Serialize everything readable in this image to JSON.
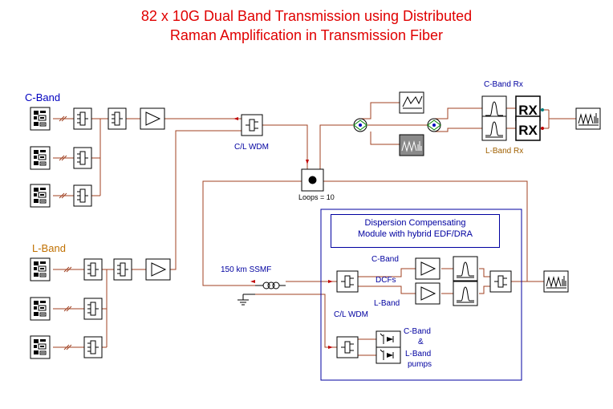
{
  "title": {
    "line1": "82 x 10G Dual Band Transmission using Distributed",
    "line2": "Raman Amplification in Transmission Fiber"
  },
  "labels": {
    "c_band": "C-Band",
    "l_band": "L-Band",
    "cl_wdm_top": "C/L WDM",
    "loops": "Loops = 10",
    "c_band_rx": "C-Band Rx",
    "l_band_rx": "L-Band Rx",
    "ssmf": "150 km SSMF",
    "dcm_line1": "Dispersion Compensating",
    "dcm_line2": "Module with hybrid EDF/DRA",
    "dcm_c_band": "C-Band",
    "dcfs": "DCFs",
    "dcm_l_band": "L-Band",
    "cl_wdm_bottom": "C/L WDM",
    "pumps_c_band": "C-Band",
    "pumps_amp": "&",
    "pumps_l_band": "L-Band",
    "pumps": "pumps",
    "rx_top": "RX",
    "rx_bottom": "RX"
  },
  "colors": {
    "title": "#e00000",
    "label_blue": "#0000c0",
    "label_orange": "#c07000",
    "wire": "#a04020",
    "component_fill": "#ffffff",
    "component_border": "#000000",
    "dcm_border": "#0000a0"
  },
  "icons": {
    "transmitter": "transmitter-icon",
    "modulator": "modulator-icon",
    "multiplexer": "multiplexer-icon",
    "amplifier": "amplifier-icon",
    "wdm_coupler": "wdm-icon",
    "loop_control": "loop-control-icon",
    "splitter": "splitter-icon",
    "oscilloscope": "oscilloscope-icon",
    "spectrum_analyzer": "spectrum-analyzer-icon",
    "filter": "filter-icon",
    "receiver": "receiver-icon",
    "eye_diagram_analyzer": "eye-diagram-analyzer-icon",
    "fiber": "fiber-icon",
    "ground": "ground-icon",
    "pump_laser": "pump-laser-icon"
  }
}
